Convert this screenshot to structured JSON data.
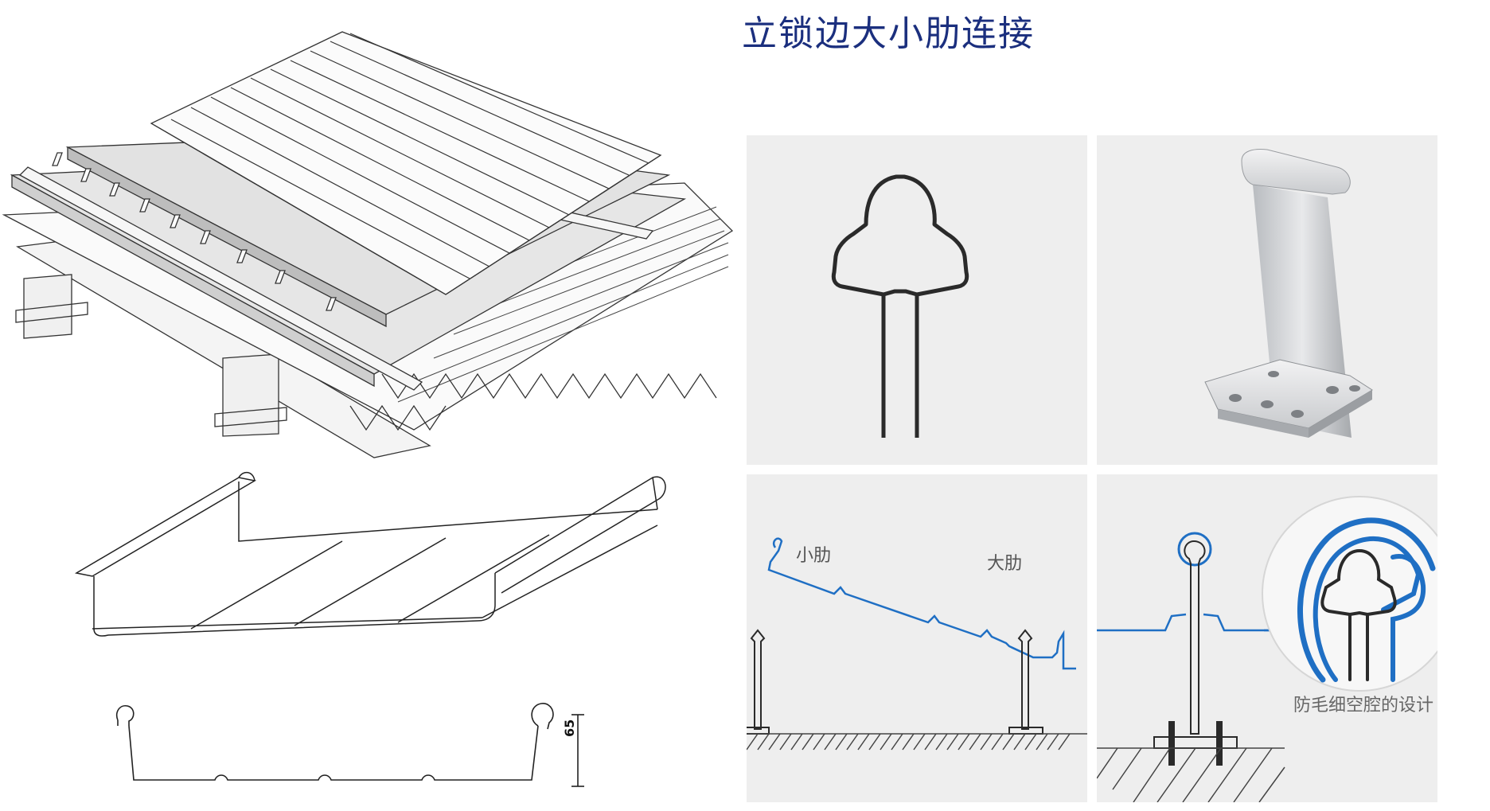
{
  "title": "立锁边大小肋连接",
  "labels": {
    "small_rib": "小肋",
    "large_rib": "大肋",
    "cavity_design": "防毛细空腔的设计",
    "profile_height": "65"
  },
  "colors": {
    "title": "#1b2f7e",
    "panel_bg": "#eeeeee",
    "blue_line": "#1f6fc4",
    "line_dark": "#2a2a2a"
  }
}
